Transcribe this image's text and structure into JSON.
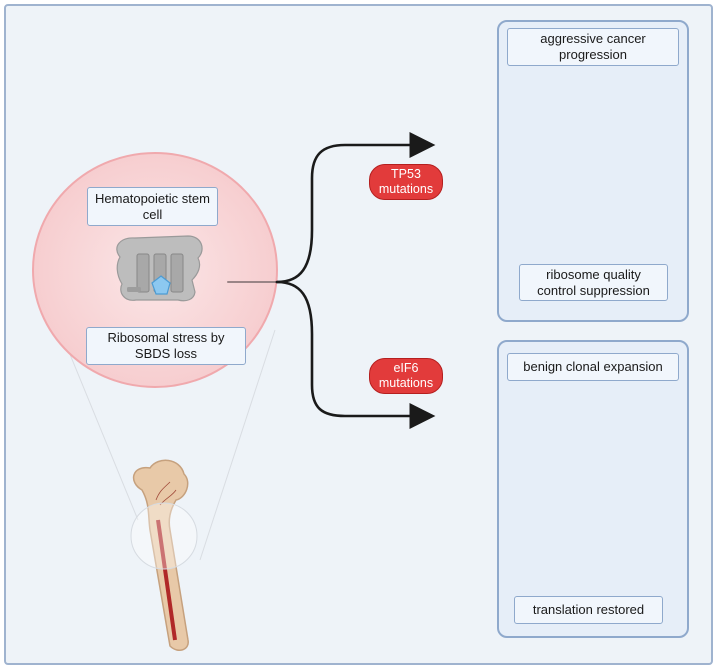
{
  "stem_cell": {
    "title": "Hematopoietic stem cell",
    "stress": "Ribosomal stress by SBDS loss"
  },
  "pathways": {
    "tp53_label": "TP53 mutations",
    "eif6_label": "eIF6 mutations"
  },
  "outcome_top": {
    "title": "aggressive cancer progression",
    "subtitle": "ribosome quality control suppression"
  },
  "outcome_bottom": {
    "title": "benign clonal expansion",
    "subtitle": "translation restored"
  },
  "colors": {
    "cell_fill": "#f8d6d8",
    "cell_stroke": "#f0a9ad",
    "pill_red": "#e23b3b",
    "panel_bg": "#e6eef8",
    "panel_border": "#8fa9cc",
    "ribosome_gray": "#bdbdbd",
    "hexagon_blue": "#8cc8f0"
  },
  "icons": [
    "ribosome-icon",
    "cancer-cluster-icon",
    "benign-cluster-icon",
    "bone-icon",
    "mrna-strand-icon",
    "eif6-hexagon-icon"
  ]
}
